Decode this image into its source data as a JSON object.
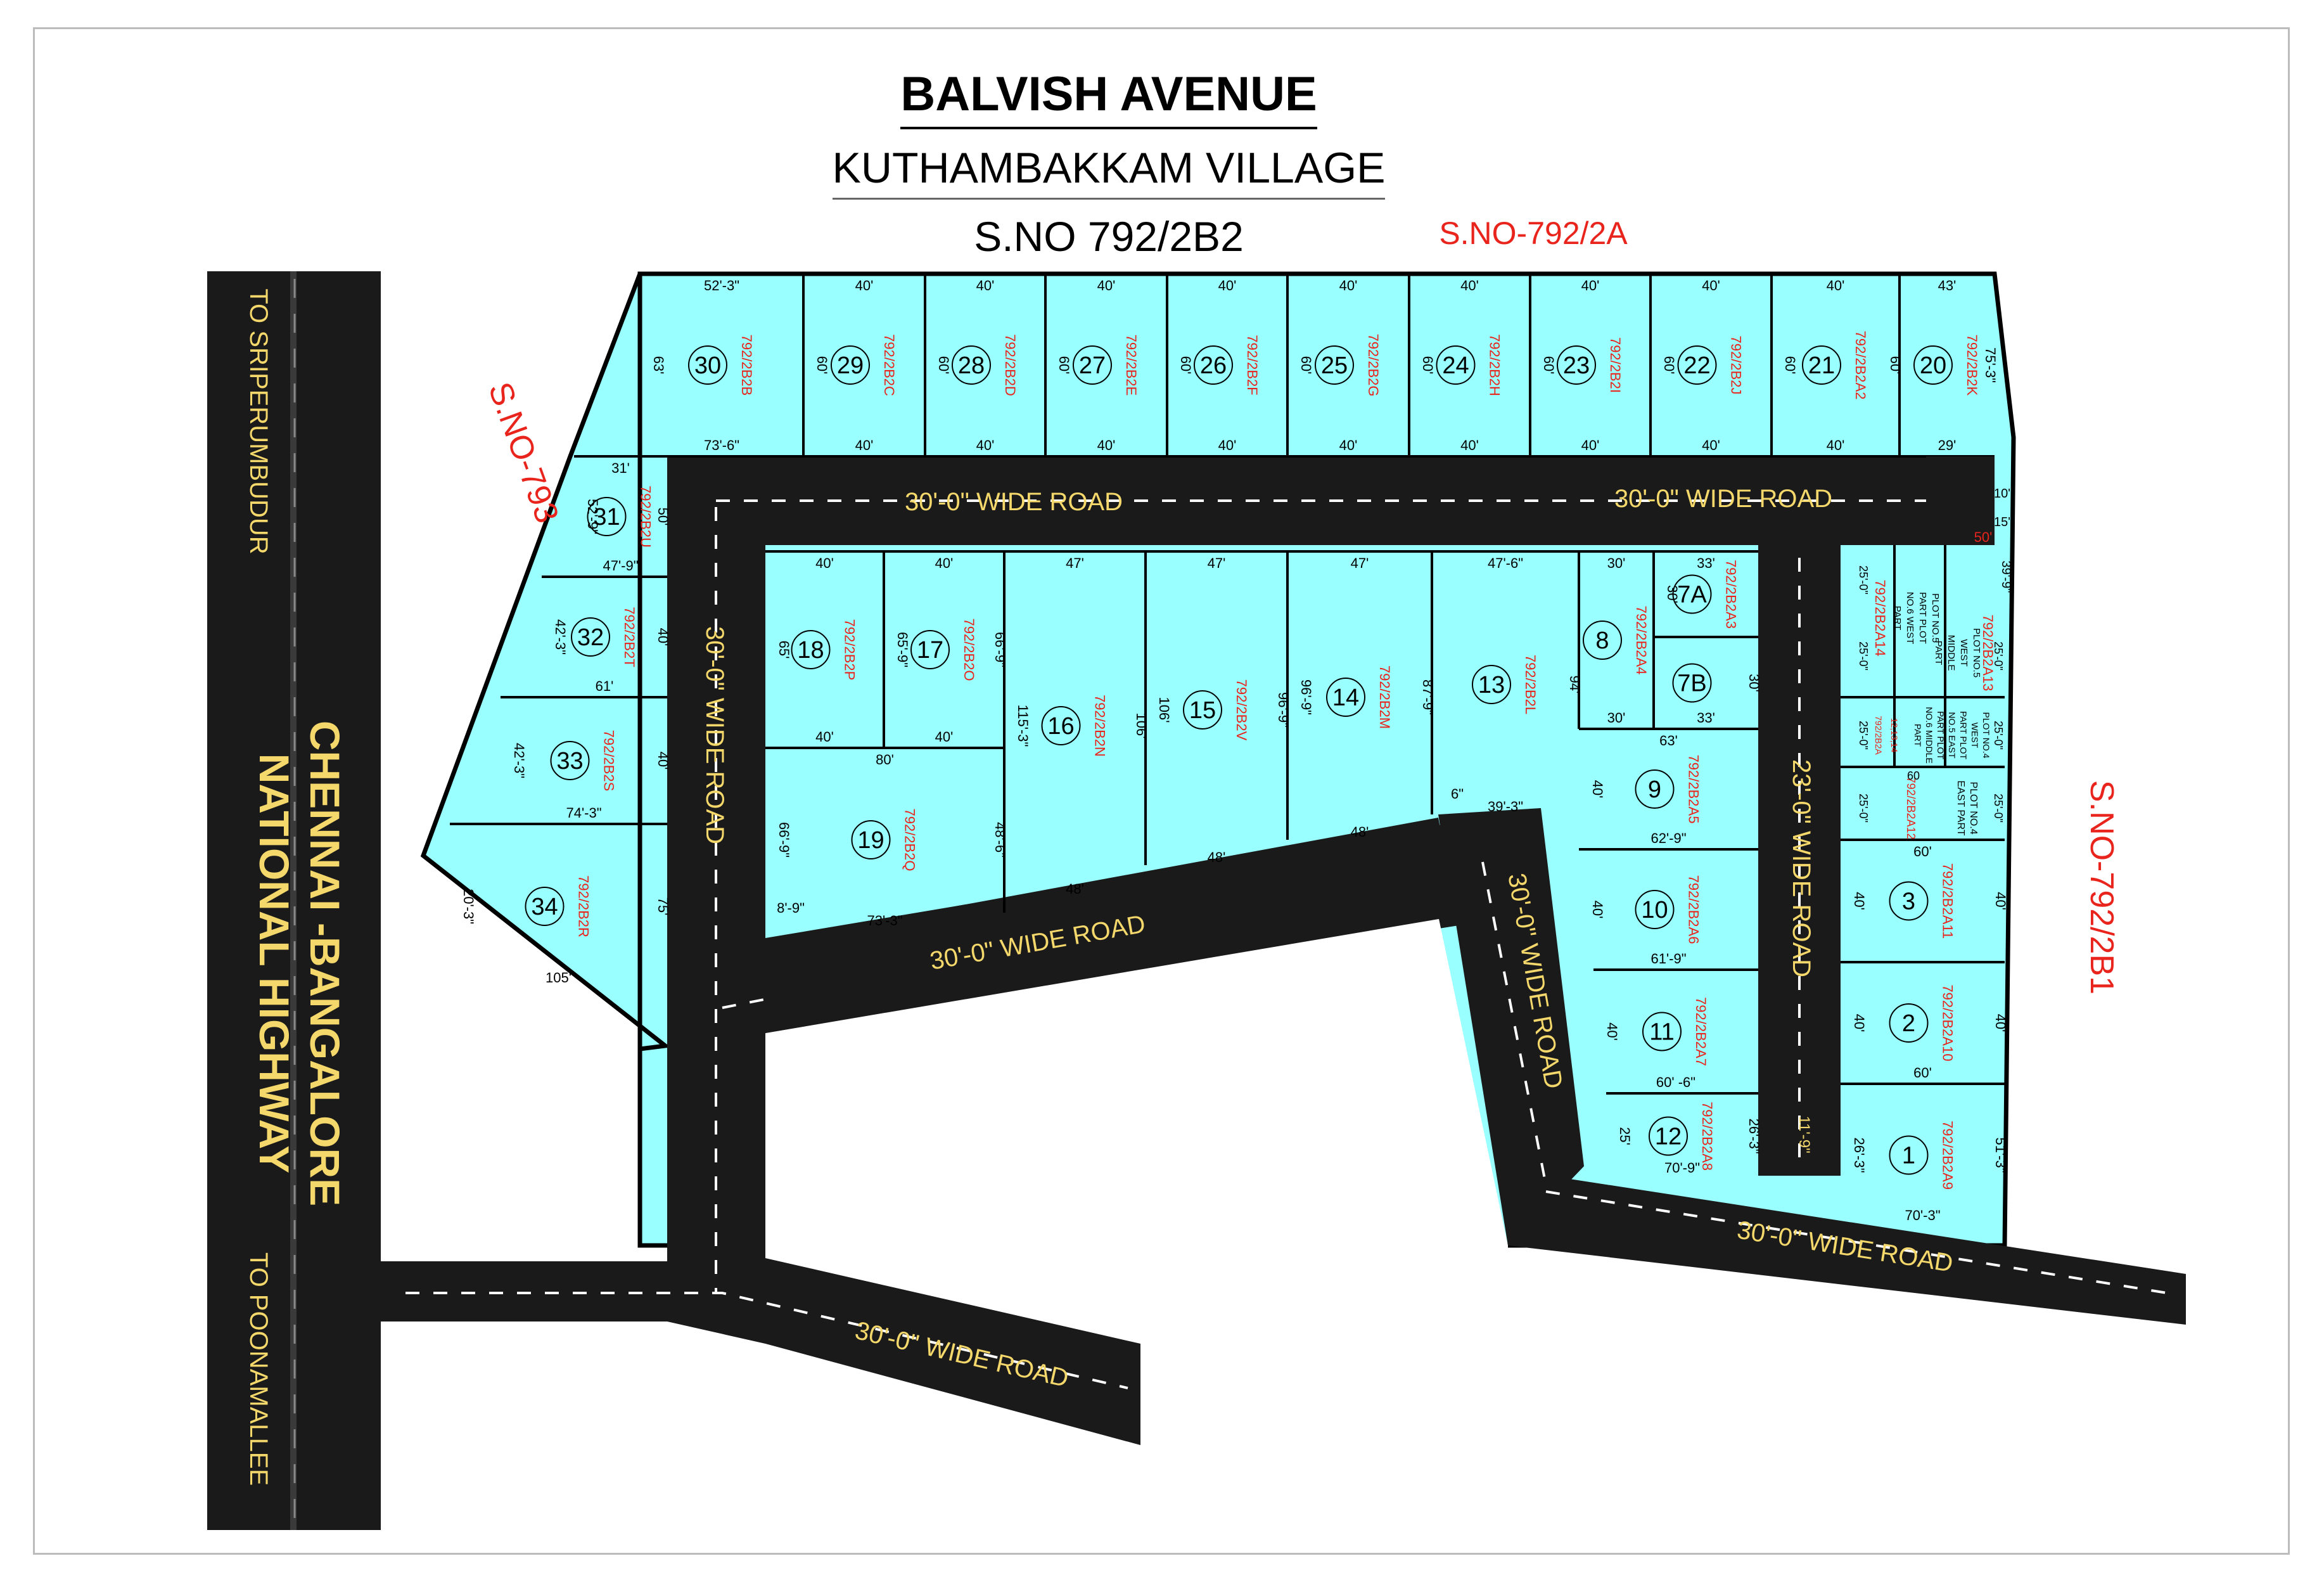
{
  "title": {
    "name": "BALVISH AVENUE",
    "village": "KUTHAMBAKKAM  VILLAGE",
    "survey": "S.NO 792/2B2"
  },
  "neighbours": {
    "north": "S.NO-792/2A",
    "east": "S.NO-792/2B1",
    "west": "S.NO-793"
  },
  "highway": {
    "line1": "CHENNAI -BANGALORE",
    "line2": "NATIONAL HIGHWAY",
    "to_north": "TO SRIPERUMBUDUR",
    "to_south": "TO POONAMALLEE"
  },
  "roads": {
    "wide30": "30'-0\" WIDE ROAD",
    "wide23": "23'-0\" WIDE ROAD",
    "gap": "11'-9\""
  },
  "top_row": [
    {
      "num": "30",
      "sno": "792/2B2B",
      "top": "52'-3\"",
      "bottom": "73'-6\"",
      "left": "63'",
      "right": ""
    },
    {
      "num": "29",
      "sno": "792/2B2C",
      "top": "40'",
      "bottom": "40'",
      "left": "60'",
      "right": ""
    },
    {
      "num": "28",
      "sno": "792/2B2D",
      "top": "40'",
      "bottom": "40'",
      "left": "60'",
      "right": ""
    },
    {
      "num": "27",
      "sno": "792/2B2E",
      "top": "40'",
      "bottom": "40'",
      "left": "60'",
      "right": ""
    },
    {
      "num": "26",
      "sno": "792/2B2F",
      "top": "40'",
      "bottom": "40'",
      "left": "60'",
      "right": ""
    },
    {
      "num": "25",
      "sno": "792/2B2G",
      "top": "40'",
      "bottom": "40'",
      "left": "60'",
      "right": ""
    },
    {
      "num": "24",
      "sno": "792/2B2H",
      "top": "40'",
      "bottom": "40'",
      "left": "60'",
      "right": ""
    },
    {
      "num": "23",
      "sno": "792/2B2I",
      "top": "40'",
      "bottom": "40'",
      "left": "60'",
      "right": ""
    },
    {
      "num": "22",
      "sno": "792/2B2J",
      "top": "40'",
      "bottom": "40'",
      "left": "60'",
      "right": ""
    },
    {
      "num": "21",
      "sno": "792/2B2A2",
      "top": "40'",
      "bottom": "40'",
      "left": "60'",
      "right": "60'"
    },
    {
      "num": "20",
      "sno": "792/2B2K",
      "top": "43'",
      "bottom": "29'",
      "left": "",
      "right": "75'-3\""
    }
  ],
  "west_block": [
    {
      "num": "31",
      "sno": "792/2B2U",
      "top": "31'",
      "bottom": "47'-9\"",
      "left": "52'-9\"",
      "right": "50'"
    },
    {
      "num": "32",
      "sno": "792/2B2T",
      "top": "",
      "bottom": "61'",
      "left": "42'-3\"",
      "right": "40'"
    },
    {
      "num": "33",
      "sno": "792/2B2S",
      "top": "",
      "bottom": "74'-3\"",
      "left": "42'-3\"",
      "right": "40'"
    },
    {
      "num": "34",
      "sno": "792/2B2R",
      "top": "",
      "bottom": "105'",
      "left": "20'-3\"",
      "right": "75'"
    }
  ],
  "middle_block": [
    {
      "num": "18",
      "sno": "792/2B2P",
      "top": "40'",
      "bottom": "40'",
      "left": "65'",
      "right": ""
    },
    {
      "num": "17",
      "sno": "792/2B2O",
      "top": "40'",
      "bottom": "40'",
      "left": "65'-9\"",
      "right": "66'-9\""
    },
    {
      "num": "19",
      "sno": "792/2B2Q",
      "top": "80'",
      "bottom": "73'-3\"",
      "left": "66'-9\"",
      "right": "48'-6\"",
      "extra": "8'-9\""
    },
    {
      "num": "16",
      "sno": "792/2B2N",
      "top": "47'",
      "bottom": "48'",
      "left": "115'-3\"",
      "right": "106'"
    },
    {
      "num": "15",
      "sno": "792/2B2V",
      "top": "47'",
      "bottom": "48'",
      "left": "106'",
      "right": "96'-9\""
    },
    {
      "num": "14",
      "sno": "792/2B2M",
      "top": "47'",
      "bottom": "48'",
      "left": "96'-9\"",
      "right": "87'-9\""
    },
    {
      "num": "13",
      "sno": "792/2B2L",
      "top": "47'-6\"",
      "bottom": "39'-3\"",
      "left": "",
      "right": "94'",
      "extra": "6\""
    }
  ],
  "east_block": [
    {
      "num": "8",
      "sno": "792/2B2A4",
      "top": "30'",
      "bottom": "30'",
      "left": "",
      "right": ""
    },
    {
      "num": "7A",
      "sno": "792/2B2A3",
      "top": "33'",
      "bottom": "",
      "left": "30'",
      "right": ""
    },
    {
      "num": "7B",
      "sno": "",
      "top": "",
      "bottom": "33'",
      "left": "",
      "right": "30'"
    },
    {
      "num": "9",
      "sno": "792/2B2A5",
      "top": "63'",
      "bottom": "62'-9\"",
      "left": "40'",
      "right": ""
    },
    {
      "num": "10",
      "sno": "792/2B2A6",
      "top": "",
      "bottom": "61'-9\"",
      "left": "40'",
      "right": ""
    },
    {
      "num": "11",
      "sno": "792/2B2A7",
      "top": "",
      "bottom": "60' -6\"",
      "left": "40'",
      "right": ""
    },
    {
      "num": "12",
      "sno": "792/2B2A8",
      "top": "",
      "bottom": "70'-9\"",
      "left": "25'",
      "right": "26'-3\""
    }
  ],
  "far_east_block": [
    {
      "num": "3",
      "sno": "792/2B2A11",
      "top": "60'",
      "bottom": "",
      "left": "40'",
      "right": "40'"
    },
    {
      "num": "2",
      "sno": "792/2B2A10",
      "top": "",
      "bottom": "60'",
      "left": "40'",
      "right": "40'"
    },
    {
      "num": "1",
      "sno": "792/2B2A9",
      "top": "",
      "bottom": "70'-3\"",
      "left": "26'-3\"",
      "right": "51'-3\""
    }
  ],
  "part_plots": {
    "p13_sno": "792/2B2A13",
    "p13_label": [
      "PLOT NO.5",
      "WEST",
      "MIDDLE",
      "PART"
    ],
    "p14_sno": "792/2B2A14",
    "p14_label": [
      "PLOT NO.5",
      "PART PLOT",
      "NO.6 WEST",
      "PART"
    ],
    "p15_sno": "792/2B2A",
    "p15_sno2": "12,13,14",
    "p15_label": [
      "PLOT NO.4",
      "WEST",
      "PART PLOT",
      "NO.5 EAST",
      "PART PLOT",
      "NO.6 MIDDLE",
      "PART"
    ],
    "p12_sno": "792/2B2A12",
    "p12_label": [
      "PLOT NO.4",
      "EAST PART"
    ],
    "dims": {
      "d50": "50'",
      "d25": "25'-0\"",
      "d60": "60",
      "d10": "10'",
      "d15": "15'",
      "d39": "39'-9\""
    }
  },
  "colors": {
    "plot_fill": "#99ffff",
    "road": "#1a1a1a",
    "road_text": "#f5d86b",
    "survey_red": "#e8241c",
    "border": "#000000"
  }
}
